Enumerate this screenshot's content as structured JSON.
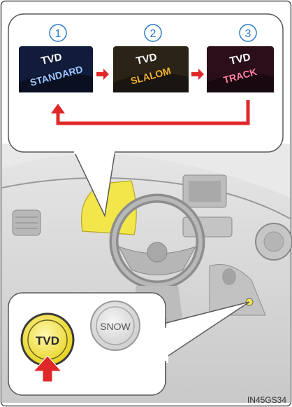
{
  "steps": [
    {
      "number": "1",
      "tag": "TVD",
      "mode": "STANDARD",
      "color": "#3a6fd6"
    },
    {
      "number": "2",
      "tag": "TVD",
      "mode": "SLALOM",
      "color": "#e0a020"
    },
    {
      "number": "3",
      "tag": "TVD",
      "mode": "TRACK",
      "color": "#c8204a"
    }
  ],
  "buttons": {
    "tvd_label": "TVD",
    "snow_label": "SNOW"
  },
  "figure_code": "IN45GS34",
  "colors": {
    "border": "#5a5a5a",
    "circle_number": "#2a78c8",
    "arrow": "#e02828",
    "highlight": "#f2e64a",
    "dash_bg": "#d4d4d4"
  }
}
